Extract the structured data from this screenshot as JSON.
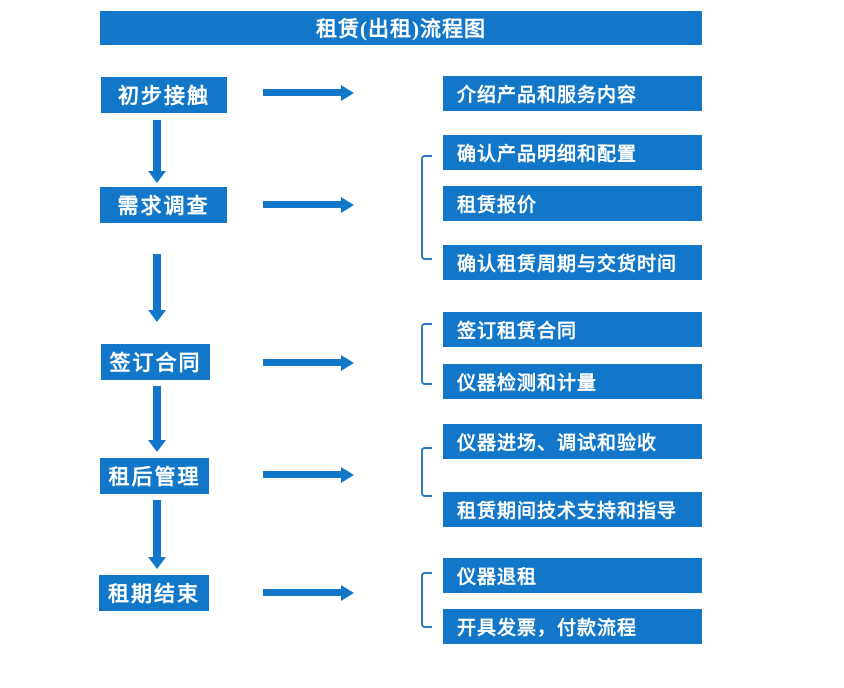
{
  "title": "租赁(出租)流程图",
  "colors": {
    "primary": "#1277c8",
    "bracket": "#2e79c8",
    "box_text": "#ffffff",
    "background": "#ffffff"
  },
  "stages": [
    {
      "label": "初步接触",
      "details": [
        "介绍产品和服务内容"
      ]
    },
    {
      "label": "需求调查",
      "details": [
        "确认产品明细和配置",
        "租赁报价",
        "确认租赁周期与交货时间"
      ]
    },
    {
      "label": "签订合同",
      "details": [
        "签订租赁合同",
        "仪器检测和计量"
      ]
    },
    {
      "label": "租后管理",
      "details": [
        "仪器进场、调试和验收",
        "租赁期间技术支持和指导"
      ]
    },
    {
      "label": "租期结束",
      "details": [
        "仪器退租",
        "开具发票，付款流程"
      ]
    }
  ]
}
